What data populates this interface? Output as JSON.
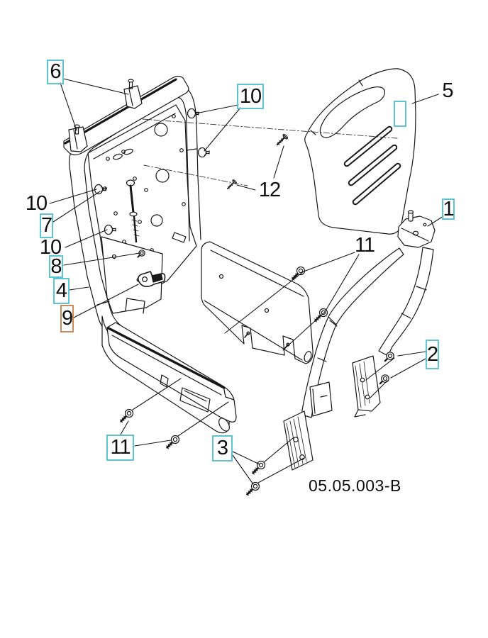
{
  "diagram": {
    "type": "exploded-parts-diagram",
    "drawing_number": "05.05.003-B",
    "colors": {
      "callout_highlight": "#5fc4d1",
      "callout_highlight_alt": "#cf8a5c",
      "line": "#161616",
      "background": "#ffffff"
    },
    "callouts": [
      {
        "label": "6",
        "boxed": true,
        "box_style": "teal"
      },
      {
        "label": "10",
        "boxed": true,
        "box_style": "teal"
      },
      {
        "label": "5",
        "boxed": false,
        "box_style": "none"
      },
      {
        "label": "",
        "boxed": true,
        "box_style": "teal"
      },
      {
        "label": "12",
        "boxed": false,
        "box_style": "none"
      },
      {
        "label": "1",
        "boxed": true,
        "box_style": "teal"
      },
      {
        "label": "10",
        "boxed": false,
        "box_style": "none"
      },
      {
        "label": "7",
        "boxed": true,
        "box_style": "teal"
      },
      {
        "label": "10",
        "boxed": false,
        "box_style": "none"
      },
      {
        "label": "8",
        "boxed": true,
        "box_style": "teal"
      },
      {
        "label": "4",
        "boxed": true,
        "box_style": "teal"
      },
      {
        "label": "9",
        "boxed": true,
        "box_style": "orange"
      },
      {
        "label": "11",
        "boxed": false,
        "box_style": "none"
      },
      {
        "label": "2",
        "boxed": true,
        "box_style": "teal"
      },
      {
        "label": "11",
        "boxed": true,
        "box_style": "teal"
      },
      {
        "label": "3",
        "boxed": true,
        "box_style": "teal"
      }
    ]
  }
}
